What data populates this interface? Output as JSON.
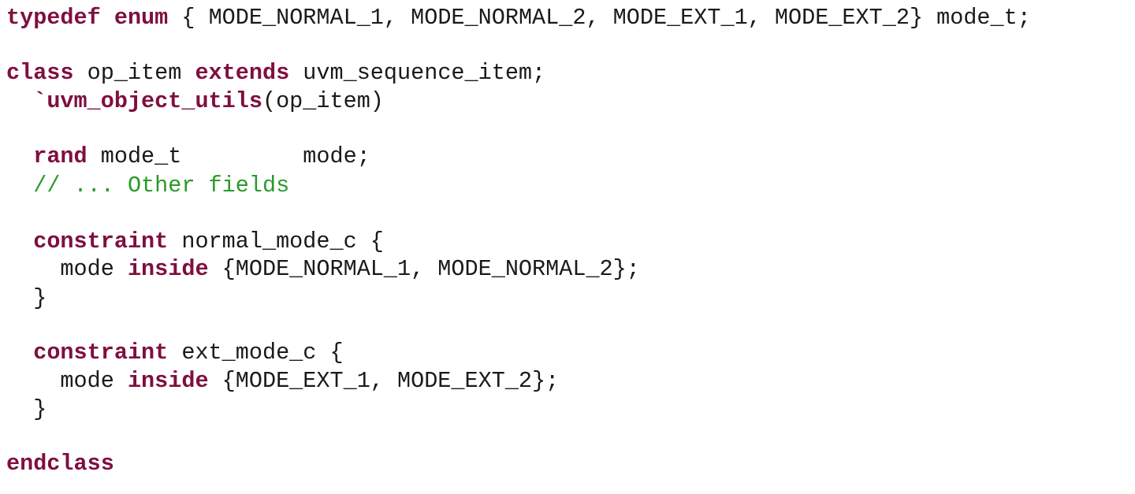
{
  "code": {
    "language": "SystemVerilog",
    "colors": {
      "keyword": "#7f0f3f",
      "comment": "#2a9a2a",
      "text": "#1a1a1a",
      "background": "#ffffff"
    },
    "lines": [
      {
        "tokens": [
          {
            "type": "kw",
            "text": "typedef"
          },
          {
            "type": "tx",
            "text": " "
          },
          {
            "type": "kw",
            "text": "enum"
          },
          {
            "type": "tx",
            "text": " { MODE_NORMAL_1, MODE_NORMAL_2, MODE_EXT_1, MODE_EXT_2} mode_t;"
          }
        ]
      },
      {
        "tokens": [
          {
            "type": "kw",
            "text": "class"
          },
          {
            "type": "tx",
            "text": " op_item "
          },
          {
            "type": "kw",
            "text": "extends"
          },
          {
            "type": "tx",
            "text": " uvm_sequence_item;"
          }
        ]
      },
      {
        "tokens": [
          {
            "type": "tx",
            "text": "  "
          },
          {
            "type": "kw",
            "text": "`uvm_object_utils"
          },
          {
            "type": "tx",
            "text": "(op_item)"
          }
        ]
      },
      {
        "tokens": [
          {
            "type": "tx",
            "text": "  "
          },
          {
            "type": "kw",
            "text": "rand"
          },
          {
            "type": "tx",
            "text": " mode_t         mode;"
          }
        ]
      },
      {
        "tokens": [
          {
            "type": "tx",
            "text": "  "
          },
          {
            "type": "cm",
            "text": "// ... Other fields"
          }
        ]
      },
      {
        "tokens": [
          {
            "type": "tx",
            "text": "  "
          },
          {
            "type": "kw",
            "text": "constraint"
          },
          {
            "type": "tx",
            "text": " normal_mode_c {"
          }
        ]
      },
      {
        "tokens": [
          {
            "type": "tx",
            "text": "    mode "
          },
          {
            "type": "kw",
            "text": "inside"
          },
          {
            "type": "tx",
            "text": " {MODE_NORMAL_1, MODE_NORMAL_2};"
          }
        ]
      },
      {
        "tokens": [
          {
            "type": "tx",
            "text": "  }"
          }
        ]
      },
      {
        "tokens": [
          {
            "type": "tx",
            "text": "  "
          },
          {
            "type": "kw",
            "text": "constraint"
          },
          {
            "type": "tx",
            "text": " ext_mode_c {"
          }
        ]
      },
      {
        "tokens": [
          {
            "type": "tx",
            "text": "    mode "
          },
          {
            "type": "kw",
            "text": "inside"
          },
          {
            "type": "tx",
            "text": " {MODE_EXT_1, MODE_EXT_2};"
          }
        ]
      },
      {
        "tokens": [
          {
            "type": "tx",
            "text": "  }"
          }
        ]
      },
      {
        "tokens": [
          {
            "type": "kw",
            "text": "endclass"
          }
        ]
      }
    ]
  }
}
